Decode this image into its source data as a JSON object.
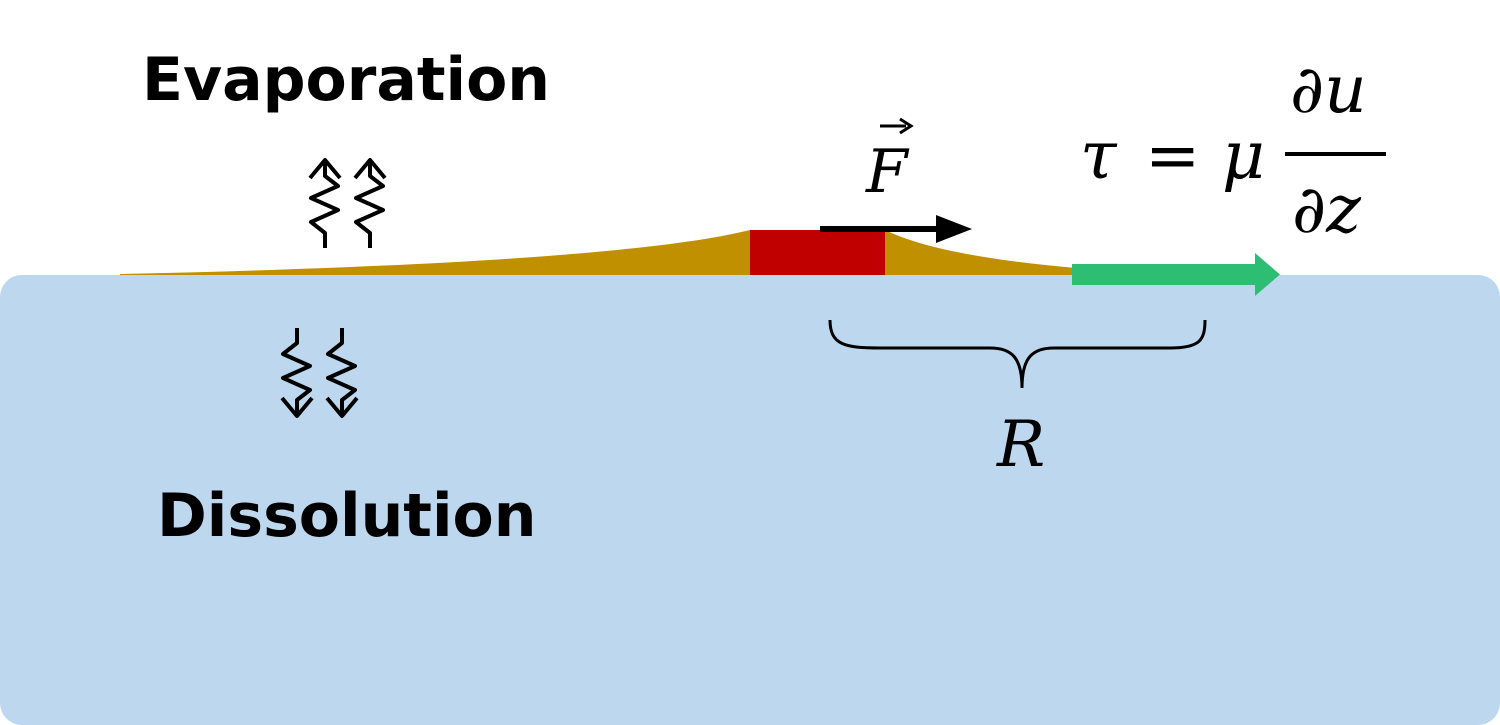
{
  "labels": {
    "evaporation": "Evaporation",
    "dissolution": "Dissolution",
    "force_symbol": "F",
    "radius_symbol": "R",
    "equation": {
      "lhs": "τ",
      "equals": "=",
      "coefficient": "μ",
      "numerator": "∂u",
      "denominator": "∂z"
    }
  },
  "colors": {
    "water": "#bdd7ee",
    "film": "#c09000",
    "particle": "#c00000",
    "flow_arrow": "#2ebe73",
    "ink": "#000000"
  },
  "icons": {
    "evaporation": "wavy-up-arrows-icon",
    "dissolution": "wavy-down-arrows-icon",
    "force": "right-arrow-icon",
    "flow": "flow-arrow-icon",
    "radius": "curly-brace-icon"
  }
}
